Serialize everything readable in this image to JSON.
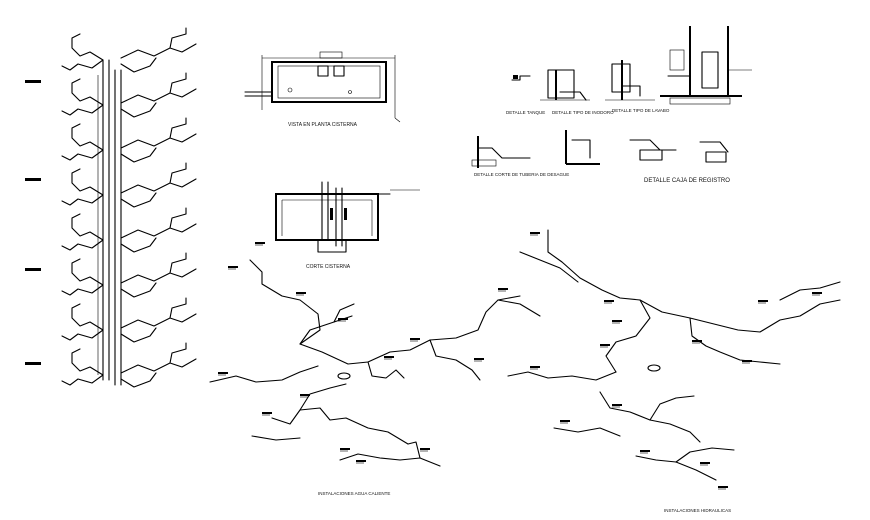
{
  "labels": {
    "vista_planta": "VISTA EN PLANTA CISTERNA",
    "corte_cisterna": "CORTE CISTERNA",
    "detalle_tanque": "DETALLE TANQUE",
    "detalle_inodoro": "DETALLE TIPO DE INODORO",
    "detalle_lavabo": "DETALLE TIPO DE LAVABO",
    "detalle_corte_desague": "DETALLE CORTE DE TUBERIA DE DESAGUE",
    "detalle_caja": "DETALLE CAJA DE REGISTRO",
    "inst_agua_caliente": "INSTALACIONES AGUA CALIENTE",
    "inst_hidraulicas": "INSTALACIONES HIDRAULICAS"
  }
}
